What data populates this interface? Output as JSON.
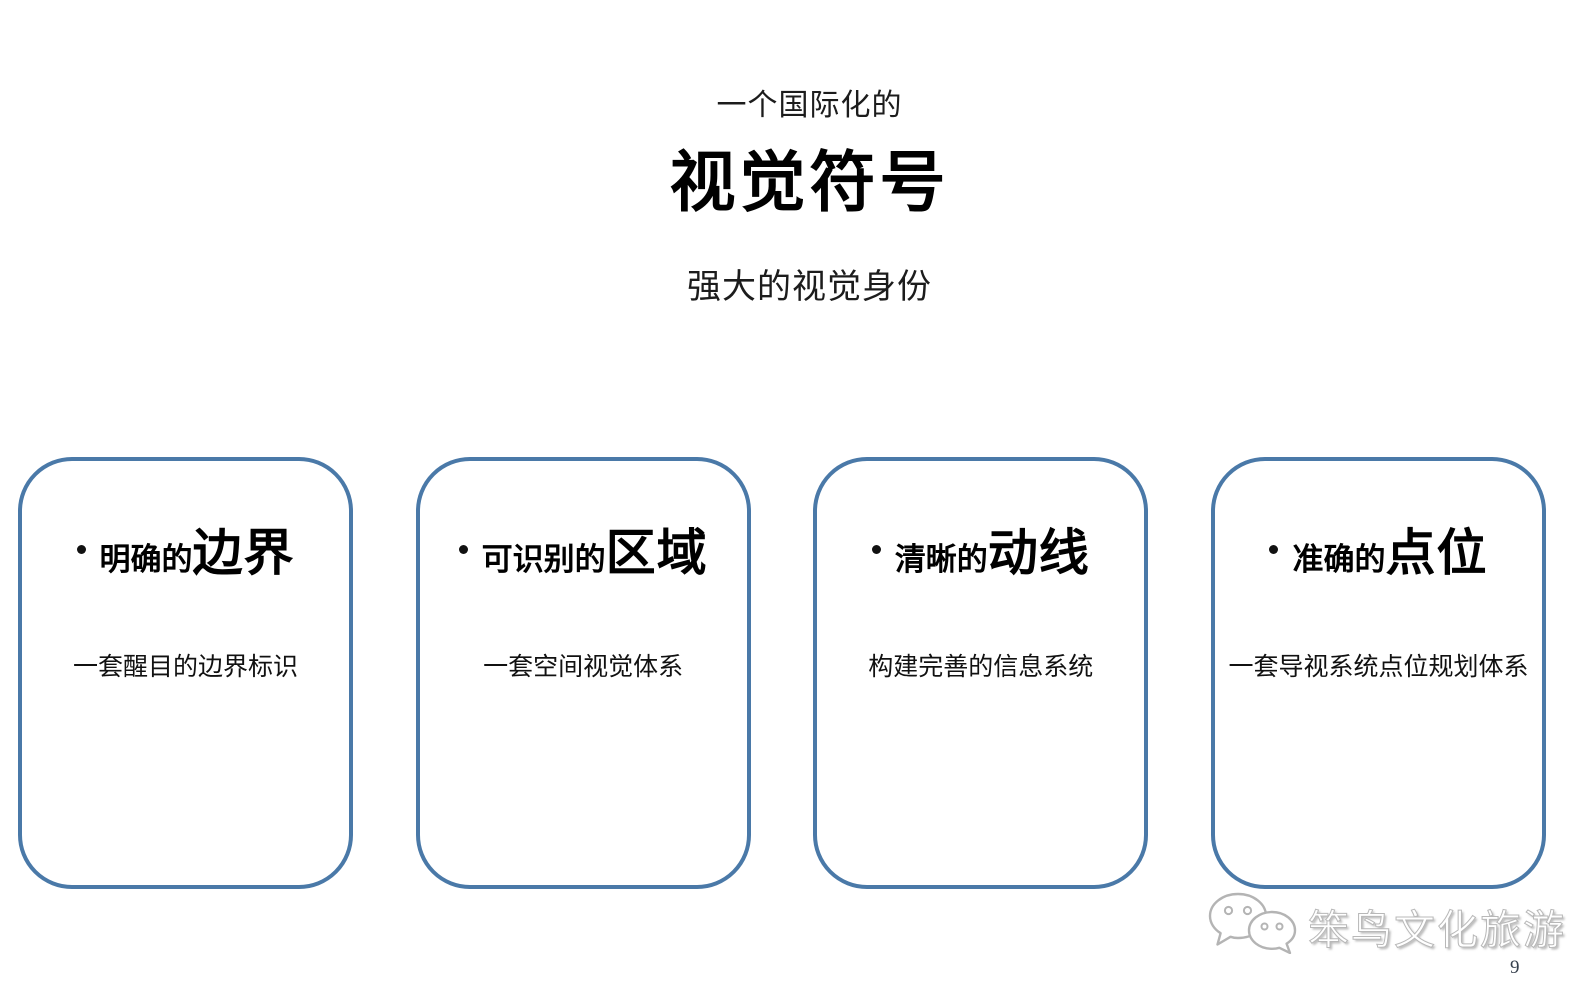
{
  "header": {
    "kicker": "一个国际化的",
    "title": "视觉符号",
    "subtitle": "强大的视觉身份"
  },
  "cards": [
    {
      "prefix": "明确的",
      "keyword": "边界",
      "description": "一套醒目的边界标识"
    },
    {
      "prefix": "可识别的",
      "keyword": "区域",
      "description": "一套空间视觉体系"
    },
    {
      "prefix": "清晰的",
      "keyword": "动线",
      "description": "构建完善的信息系统"
    },
    {
      "prefix": "准确的",
      "keyword": "点位",
      "description": "一套导视系统点位规划体系"
    }
  ],
  "footer": {
    "watermark": {
      "icon": "wechat-logo-icon",
      "text": "笨鸟文化旅游"
    },
    "page_number": "9"
  },
  "colors": {
    "card_border": "#4a79a8",
    "text": "#111111",
    "watermark_fill": "#ffffff",
    "watermark_outline": "#b8b8b8",
    "page_number": "#36404d"
  }
}
